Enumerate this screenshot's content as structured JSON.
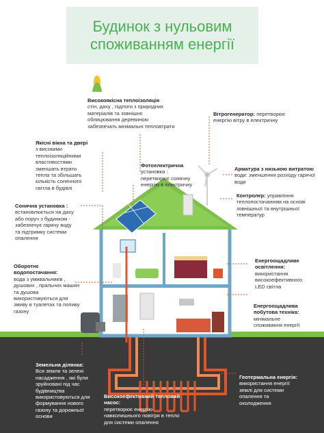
{
  "title": {
    "line1": "Будинок з нульовим",
    "line2": "споживанням енергії"
  },
  "colors": {
    "title_green": "#49b04f",
    "title_bg": "#e4f1e8",
    "leader": "#e0562a",
    "grass": "#7cbf43",
    "ground": "#3b3b3b",
    "pipe": "#e0562a",
    "wall": "#6ea5c9"
  },
  "icons": {
    "corn": "corn-icon",
    "turbine": "wind-turbine-icon",
    "solar": "solar-panel-icon"
  },
  "labels": {
    "insulation": {
      "bold": "Високоякісна теплоізоляція",
      "text": [
        "стін, даху , підлоги з природних",
        "матеріалів та зовнішнє",
        "облицювання деревиною",
        "забезпечать мінімальні тепловтрати"
      ]
    },
    "windows": {
      "bold": "Якісні вікна та двері",
      "text": [
        "з високими",
        "теплоізоляційними",
        "властивостями",
        "зменшать втрати",
        "тепла та збільшать",
        "кількість сонячного",
        "світла в будівлі"
      ]
    },
    "pv": {
      "bold": "Фотоелектрична",
      "text": [
        "установка :",
        "перетворює сонячну",
        "енергію в електричну"
      ]
    },
    "wind": {
      "bold": "Вітрогенератор:",
      "text": [
        "перетворює",
        "енергію вітру в електричну"
      ]
    },
    "fittings": {
      "bold": "Арматура з низькою витратою",
      "text": [
        "води: зменшення розходу гарячої",
        "води"
      ]
    },
    "solar": {
      "bold": "Сонячна установка :",
      "text": [
        "встановлюється на даху",
        "або поруч з будинком -",
        "забезпечує гарячу воду",
        "та підтримку системи",
        "опалення"
      ]
    },
    "controller": {
      "bold": "Контролер:",
      "text": [
        "управління",
        "теплопостачанням на основі",
        "зовнішньої та внутрішньої",
        "температур"
      ]
    },
    "water": {
      "bold": "Оборотнє",
      "bold2": "водопостачання:",
      "text": [
        "вода з умивальників ,",
        "душових , пральних машин",
        "та душова",
        "використовуються для",
        "змиву в туалетах та поливу",
        "газону"
      ]
    },
    "lighting": {
      "bold": "Енергоощадливе",
      "bold2": "освітлення:",
      "text": [
        "використання",
        "високоефективного",
        "LED світла"
      ]
    },
    "appliances": {
      "bold": "Енергоощадлива",
      "bold2": "побутова техніка:",
      "text": [
        "мінімальне",
        "споживання енергії"
      ]
    },
    "land": {
      "bold": "Земельна ділянка:",
      "text": [
        "Вся земля та зелені",
        "насадження , які були",
        "зруйновані під час",
        "будівництва",
        "використовуються для",
        "формування нового",
        "газону та дорожньої",
        "основи"
      ]
    },
    "heatpump": {
      "bold": "Високоефективний тепловий",
      "text": [
        "насос:",
        "перетворює енергію",
        "навколишнього повітря в тепло",
        "для системи опалення"
      ]
    },
    "geo": {
      "bold": "Геотермальна енергія:",
      "text": [
        "використання енергії",
        "землі для системи",
        "опалення та",
        "охолодження"
      ]
    }
  }
}
